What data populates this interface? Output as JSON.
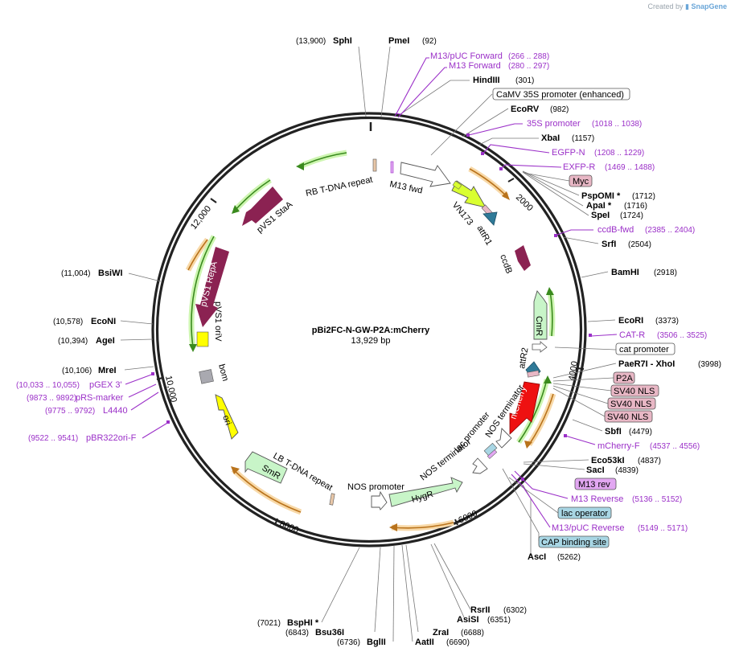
{
  "credit": {
    "prefix": "Created by",
    "brand": "SnapGene"
  },
  "plasmid": {
    "name": "pBi2FC-N-GW-P2A:mCherry",
    "size": "13,929 bp"
  },
  "ticks": [
    "2000",
    "4000",
    "6000",
    "8000",
    "10,000",
    "12,000"
  ],
  "sites": [
    {
      "name": "SphI",
      "pos": "(13,900)"
    },
    {
      "name": "PmeI",
      "pos": "(92)"
    },
    {
      "name": "HindIII",
      "pos": "(301)"
    },
    {
      "name": "EcoRV",
      "pos": "(982)"
    },
    {
      "name": "XbaI",
      "pos": "(1157)"
    },
    {
      "name": "PspOMI *",
      "pos": "(1712)"
    },
    {
      "name": "ApaI *",
      "pos": "(1716)"
    },
    {
      "name": "SpeI",
      "pos": "(1724)"
    },
    {
      "name": "SrfI",
      "pos": "(2504)"
    },
    {
      "name": "BamHI",
      "pos": "(2918)"
    },
    {
      "name": "EcoRI",
      "pos": "(3373)"
    },
    {
      "name": "PaeR7I - XhoI",
      "pos": "(3998)"
    },
    {
      "name": "SbfI",
      "pos": "(4479)"
    },
    {
      "name": "Eco53kI",
      "pos": "(4837)"
    },
    {
      "name": "SacI",
      "pos": "(4839)"
    },
    {
      "name": "AscI",
      "pos": "(5262)"
    },
    {
      "name": "RsrII",
      "pos": "(6302)"
    },
    {
      "name": "AsiSI",
      "pos": "(6351)"
    },
    {
      "name": "ZraI",
      "pos": "(6688)"
    },
    {
      "name": "AatII",
      "pos": "(6690)"
    },
    {
      "name": "BglII",
      "pos": "(6736)"
    },
    {
      "name": "Bsu36I",
      "pos": "(6843)"
    },
    {
      "name": "BspHI *",
      "pos": "(7021)"
    },
    {
      "name": "MreI",
      "pos": "(10,106)"
    },
    {
      "name": "AgeI",
      "pos": "(10,394)"
    },
    {
      "name": "EcoNI",
      "pos": "(10,578)"
    },
    {
      "name": "BsiWI",
      "pos": "(11,004)"
    }
  ],
  "primers": [
    {
      "name": "M13/pUC Forward",
      "pos": "(266 .. 288)"
    },
    {
      "name": "M13 Forward",
      "pos": "(280 .. 297)"
    },
    {
      "name": "35S promoter",
      "pos": "(1018 .. 1038)"
    },
    {
      "name": "EGFP-N",
      "pos": "(1208 .. 1229)"
    },
    {
      "name": "EXFP-R",
      "pos": "(1469 .. 1488)"
    },
    {
      "name": "ccdB-fwd",
      "pos": "(2385 .. 2404)"
    },
    {
      "name": "CAT-R",
      "pos": "(3506 .. 3525)"
    },
    {
      "name": "mCherry-F",
      "pos": "(4537 .. 4556)"
    },
    {
      "name": "M13 Reverse",
      "pos": "(5136 .. 5152)"
    },
    {
      "name": "M13/pUC Reverse",
      "pos": "(5149 .. 5171)"
    },
    {
      "name": "pGEX 3'",
      "pos": "(10,033 .. 10,055)"
    },
    {
      "name": "pRS-marker",
      "pos": "(9873 .. 9892)"
    },
    {
      "name": "L4440",
      "pos": "(9775 .. 9792)"
    },
    {
      "name": "pBR322ori-F",
      "pos": "(9522 .. 9541)"
    }
  ],
  "boxes": {
    "camv": "CaMV 35S promoter (enhanced)",
    "myc": "Myc",
    "cat_promoter": "cat promoter",
    "p2a": "P2A",
    "sv40_1": "SV40 NLS",
    "sv40_2": "SV40 NLS",
    "sv40_3": "SV40 NLS",
    "m13rev": "M13 rev",
    "lac_operator": "lac operator",
    "cap": "CAP binding site"
  },
  "features": {
    "rb": "RB T-DNA repeat",
    "m13fwd": "M13 fwd",
    "vn173": "VN173",
    "attr1": "attR1",
    "ccdb": "ccdB",
    "cmr": "CmR",
    "attr2": "attR2",
    "mcherry": "mCherry",
    "nos_term1": "NOS terminator",
    "lac_prom": "lac promoter",
    "nos_term2": "NOS terminator",
    "hygr": "HygR",
    "nos_prom": "NOS promoter",
    "lb": "LB T-DNA repeat",
    "smr": "SmR",
    "ori": "ori",
    "bom": "bom",
    "pvs1_oriv": "pVS1 oriV",
    "pvs1_repa": "pVS1 RepA",
    "pvs1_staa": "pVS1 StaA"
  },
  "colors": {
    "backbone": "#222222",
    "primer": "#9b30c8",
    "maroon": "#8b2252",
    "green_arrow": "#3a8a1e",
    "orange_arrow": "#b9731c",
    "pale_green": "#c8f5c8",
    "lime": "#d9ff30",
    "teal": "#2f7a98",
    "red": "#ee1111",
    "yellow": "#ffff00",
    "pink_box": "#e8b7c5",
    "purple_box": "#e2a7f2",
    "blue_box": "#a8d6e4"
  }
}
